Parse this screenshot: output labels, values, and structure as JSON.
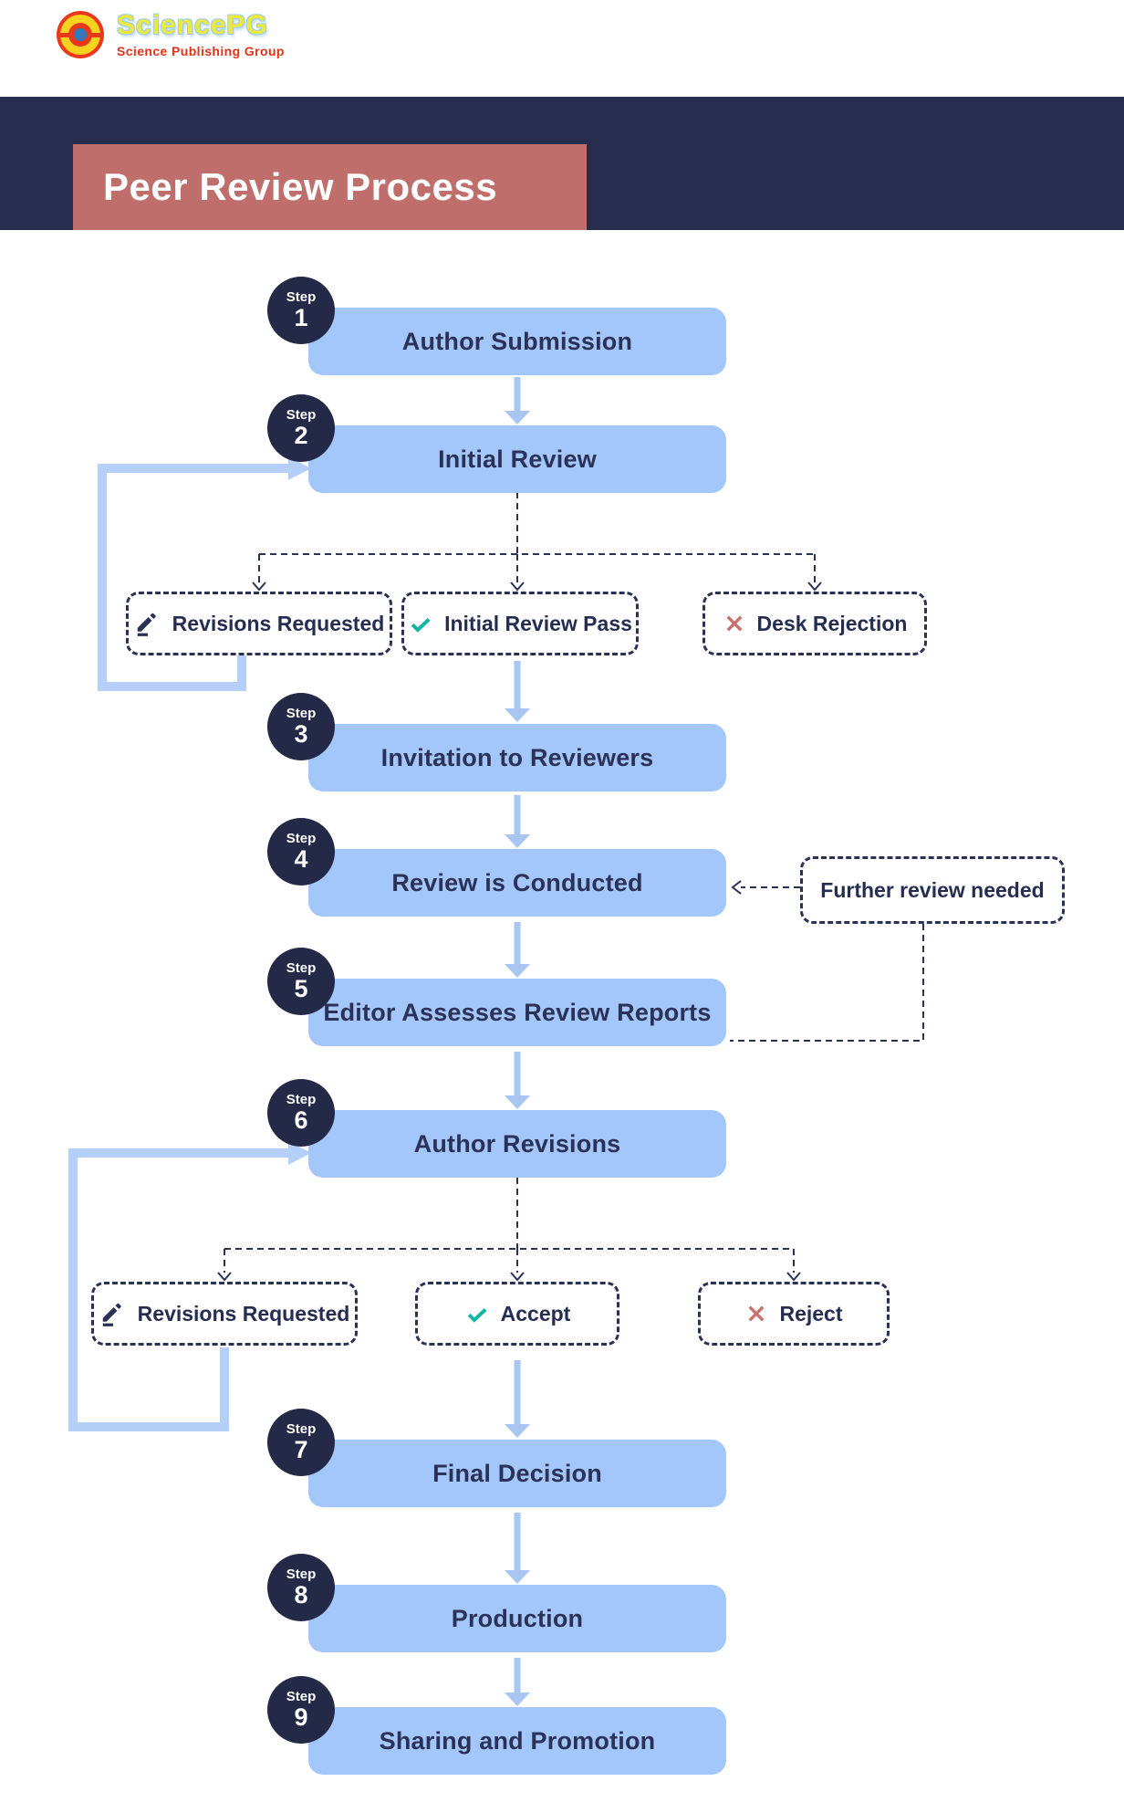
{
  "logo": {
    "brand": "SciencePG",
    "tagline": "Science Publishing Group",
    "icon": "sciencepg-logo-icon"
  },
  "header": {
    "title": "Peer Review Process"
  },
  "ui": {
    "step_word": "Step"
  },
  "steps": [
    {
      "number": "1",
      "label": "Author Submission"
    },
    {
      "number": "2",
      "label": "Initial Review"
    },
    {
      "number": "3",
      "label": "Invitation to Reviewers"
    },
    {
      "number": "4",
      "label": "Review is Conducted"
    },
    {
      "number": "5",
      "label": "Editor Assesses Review Reports"
    },
    {
      "number": "6",
      "label": "Author Revisions"
    },
    {
      "number": "7",
      "label": "Final Decision"
    },
    {
      "number": "8",
      "label": "Production"
    },
    {
      "number": "9",
      "label": "Sharing and Promotion"
    }
  ],
  "branches": {
    "initial_review": [
      {
        "label": "Revisions Requested",
        "icon": "pencil-icon"
      },
      {
        "label": "Initial Review Pass",
        "icon": "check-icon"
      },
      {
        "label": "Desk Rejection",
        "icon": "cross-icon"
      }
    ],
    "author_revisions": [
      {
        "label": "Revisions Requested",
        "icon": "pencil-icon"
      },
      {
        "label": "Accept",
        "icon": "check-icon"
      },
      {
        "label": "Reject",
        "icon": "cross-icon"
      }
    ]
  },
  "side_note": {
    "label": "Further review needed"
  },
  "colors": {
    "navy_band": "#272d4f",
    "title_box": "#c06e6c",
    "step_circle": "#232946",
    "process_box": "#a3c7fa",
    "box_text": "#2b3157",
    "arrow": "#a9c6f2",
    "loop_arrow": "#b5d0f8",
    "dashed_line": "#2b3154",
    "check": "#10b5a5",
    "cross": "#c9706c",
    "brand_yellow": "#ece93a",
    "brand_red": "#e2331b",
    "brand_blue": "#3179ba"
  }
}
